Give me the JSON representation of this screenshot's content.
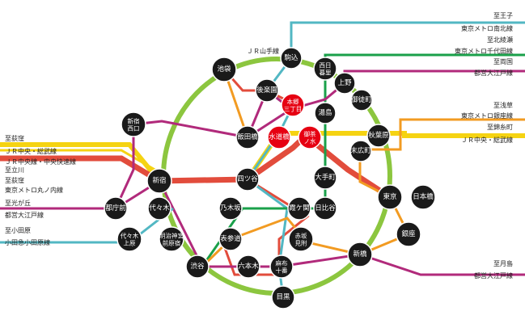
{
  "colors": {
    "yamanote": "#8cc63f",
    "chuo": "#f5d312",
    "marunouchi": "#e24c3c",
    "namboku": "#52b7c3",
    "chiyoda": "#1aa04a",
    "oedo": "#b12a7b",
    "ginza": "#f29b22",
    "odakyu": "#52b7c3",
    "station": "#1a1a1a",
    "hub": "#e60012"
  },
  "line_labels": {
    "yamanote": "ＪＲ山手線"
  },
  "stations": {
    "ikebukuro": "池袋",
    "komagome": "駒込",
    "nishinippori": "西日\n暮里",
    "ueno": "上野",
    "okachimachi": "御徒町",
    "gokokuji": "後楽園",
    "hongo": "本郷\n三丁目",
    "yushima": "湯島",
    "shinjuku_nishiguchi": "新宿\n西口",
    "iidabashi": "飯田橋",
    "suidobashi": "水道橋",
    "ochanomizu": "御茶\nノ水",
    "akihabara": "秋葉原",
    "suehirocho": "末広町",
    "shinjuku": "新宿",
    "yotsuya": "四ツ谷",
    "otemachi": "大手町",
    "tokyo": "東京",
    "nihombashi": "日本橋",
    "tochomae": "都庁前",
    "yoyogi": "代々木",
    "nogizaka": "乃木坂",
    "kasumigaseki": "霞ケ関",
    "hibiya": "日比谷",
    "yoyogiuehara": "代々木\n上原",
    "meijijingu": "明治神宮\n前原宿",
    "omotesando": "表参道",
    "akasaka": "赤坂\n見附",
    "ginza": "銀座",
    "shibuya": "渋谷",
    "roppongi": "六本木",
    "azabu": "麻布\n十番",
    "shimbashi": "新橋",
    "meguro": "目黒"
  },
  "destinations_right": [
    {
      "to": "至王子",
      "line": "東京メトロ南北線"
    },
    {
      "to": "至北綾瀬",
      "line": "東京メトロ千代田線"
    },
    {
      "to": "至両国",
      "line": "都営大江戸線"
    },
    {
      "to": "至浅草",
      "line": "東京メトロ銀座線"
    },
    {
      "to": "至錦糸町",
      "line": "ＪＲ中央・総武線"
    },
    {
      "to": "至月島",
      "line": "都営大江戸線"
    }
  ],
  "destinations_left": [
    {
      "to": "至荻窪",
      "line": "ＪＲ中央・総武線"
    },
    {
      "to": "至立川",
      "line": "ＪＲ中央線・中央快速線"
    },
    {
      "to": "至荻窪",
      "line": "東京メトロ丸ノ内線"
    },
    {
      "to": "至光が丘",
      "line": "都営大江戸線"
    },
    {
      "to": "至小田原",
      "line": "小田急小田原線"
    }
  ]
}
